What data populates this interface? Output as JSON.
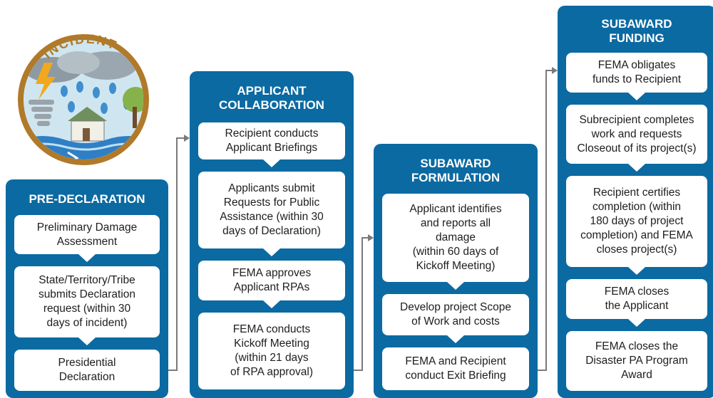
{
  "badge": {
    "label": "INCIDENT"
  },
  "columns": {
    "pre_declaration": {
      "title": "PRE-DECLARATION",
      "steps": [
        "Preliminary Damage\nAssessment",
        "State/Territory/Tribe\nsubmits Declaration\nrequest (within 30\ndays of incident)",
        "Presidential\nDeclaration"
      ]
    },
    "applicant_collaboration": {
      "title": "APPLICANT\nCOLLABORATION",
      "steps": [
        "Recipient conducts\nApplicant Briefings",
        "Applicants submit\nRequests for Public\nAssistance (within 30\ndays of Declaration)",
        "FEMA approves\nApplicant RPAs",
        "FEMA conducts\nKickoff Meeting\n(within 21 days\nof RPA approval)"
      ]
    },
    "subaward_formulation": {
      "title": "SUBAWARD\nFORMULATION",
      "steps": [
        "Applicant identifies\nand reports all\ndamage\n(within 60 days of\nKickoff Meeting)",
        "Develop project Scope\nof Work and costs",
        "FEMA and Recipient\nconduct Exit Briefing"
      ]
    },
    "subaward_funding": {
      "title": "SUBAWARD\nFUNDING",
      "steps": [
        "FEMA obligates\nfunds to Recipient",
        "Subrecipient completes\nwork and requests\nCloseout of its project(s)",
        "Recipient certifies\ncompletion (within\n180 days of project\ncompletion) and FEMA\ncloses project(s)",
        "FEMA closes\nthe Applicant",
        "FEMA closes the\nDisaster PA Program\nAward"
      ]
    }
  },
  "colors": {
    "column_blue": "#0b6aa2",
    "badge_ring": "#b07a2a",
    "connector": "#7a7a7a"
  }
}
